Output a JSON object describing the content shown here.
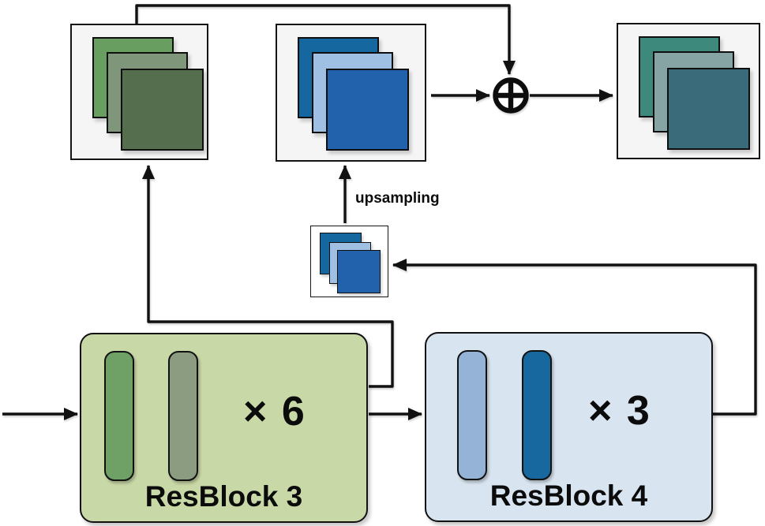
{
  "figure": {
    "type": "architecture-diagram",
    "blocks": [
      {
        "label": "ResBlock 3",
        "multiplier": "× 6",
        "fill": "#c9d8a7",
        "bar_colors": [
          "#6fa066",
          "#8b9c80"
        ]
      },
      {
        "label": "ResBlock 4",
        "multiplier": "× 3",
        "fill": "#d8e4ef",
        "bar_colors": [
          "#94b3d7",
          "#16689f"
        ]
      }
    ],
    "annotations": {
      "upsampling": "upsampling"
    },
    "operator": {
      "symbol": "⊕"
    },
    "feature_maps": {
      "green": {
        "square_colors": [
          "#699e61",
          "#80967a",
          "#556f4e"
        ]
      },
      "blue": {
        "square_colors": [
          "#15679f",
          "#9fc0e2",
          "#2262ad"
        ]
      },
      "teal": {
        "square_colors": [
          "#3d8a7c",
          "#85a4a3",
          "#396b7b"
        ]
      },
      "small_blue": {
        "square_colors": [
          "#15679f",
          "#9fc0e2",
          "#2262ad"
        ]
      }
    },
    "panel_bg": "#f5f5f6",
    "line_color": "#111111"
  }
}
